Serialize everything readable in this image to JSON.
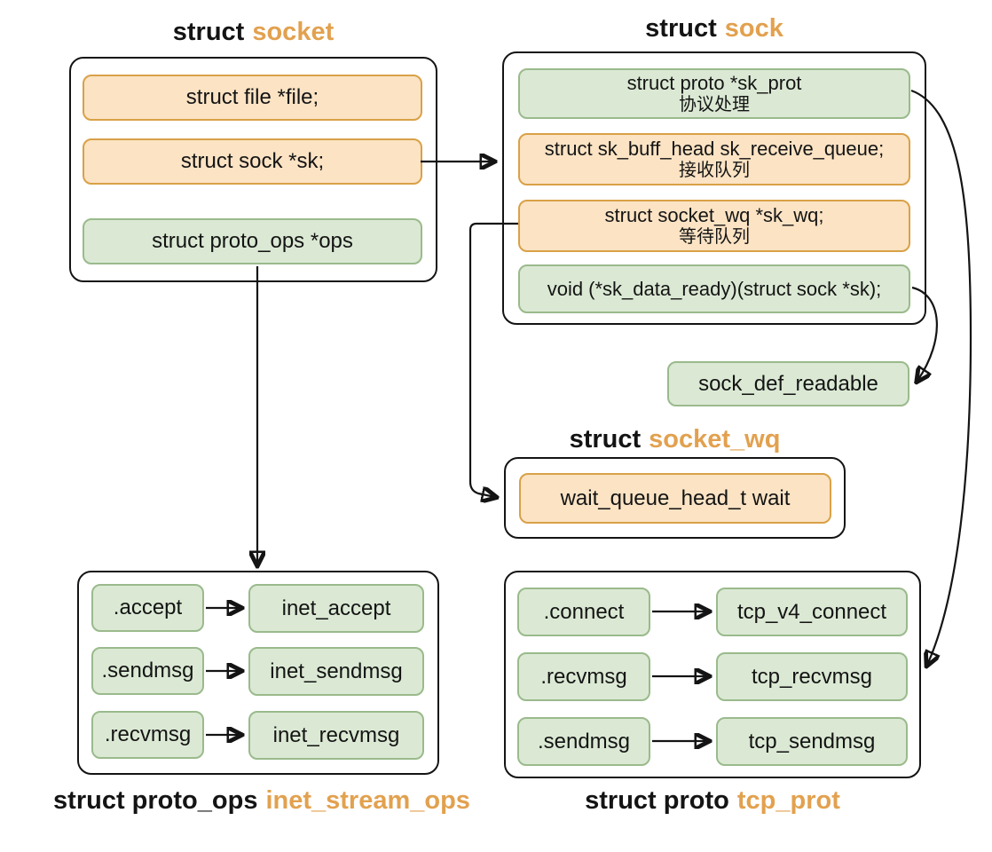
{
  "colors": {
    "orange_fill": "#fbe3c4",
    "orange_border": "#d9a147",
    "green_fill": "#dbe9d4",
    "green_border": "#9aba8c",
    "accent_text": "#e2a14f",
    "line": "#141414"
  },
  "socket": {
    "title_prefix": "struct",
    "title_name": "socket",
    "field_file": "struct file *file;",
    "field_sk": "struct sock *sk;",
    "field_ops": "struct proto_ops *ops"
  },
  "sock": {
    "title_prefix": "struct",
    "title_name": "sock",
    "field_sk_prot": "struct proto *sk_prot",
    "field_sk_prot_note": "协议处理",
    "field_receive": "struct sk_buff_head sk_receive_queue;",
    "field_receive_note": "接收队列",
    "field_wq": "struct socket_wq *sk_wq;",
    "field_wq_note": "等待队列",
    "field_data_ready": "void (*sk_data_ready)(struct sock *sk);"
  },
  "sock_def_readable": {
    "label": "sock_def_readable"
  },
  "socket_wq": {
    "title_prefix": "struct",
    "title_name": "socket_wq",
    "field_wait": "wait_queue_head_t wait"
  },
  "inet_stream_ops": {
    "title_prefix": "struct proto_ops",
    "title_name": "inet_stream_ops",
    "rows": [
      {
        "member": ".accept",
        "impl": "inet_accept"
      },
      {
        "member": ".sendmsg",
        "impl": "inet_sendmsg"
      },
      {
        "member": ".recvmsg",
        "impl": "inet_recvmsg"
      }
    ]
  },
  "tcp_prot": {
    "title_prefix": "struct proto",
    "title_name": "tcp_prot",
    "rows": [
      {
        "member": ".connect",
        "impl": "tcp_v4_connect"
      },
      {
        "member": ".recvmsg",
        "impl": "tcp_recvmsg"
      },
      {
        "member": ".sendmsg",
        "impl": "tcp_sendmsg"
      }
    ]
  }
}
